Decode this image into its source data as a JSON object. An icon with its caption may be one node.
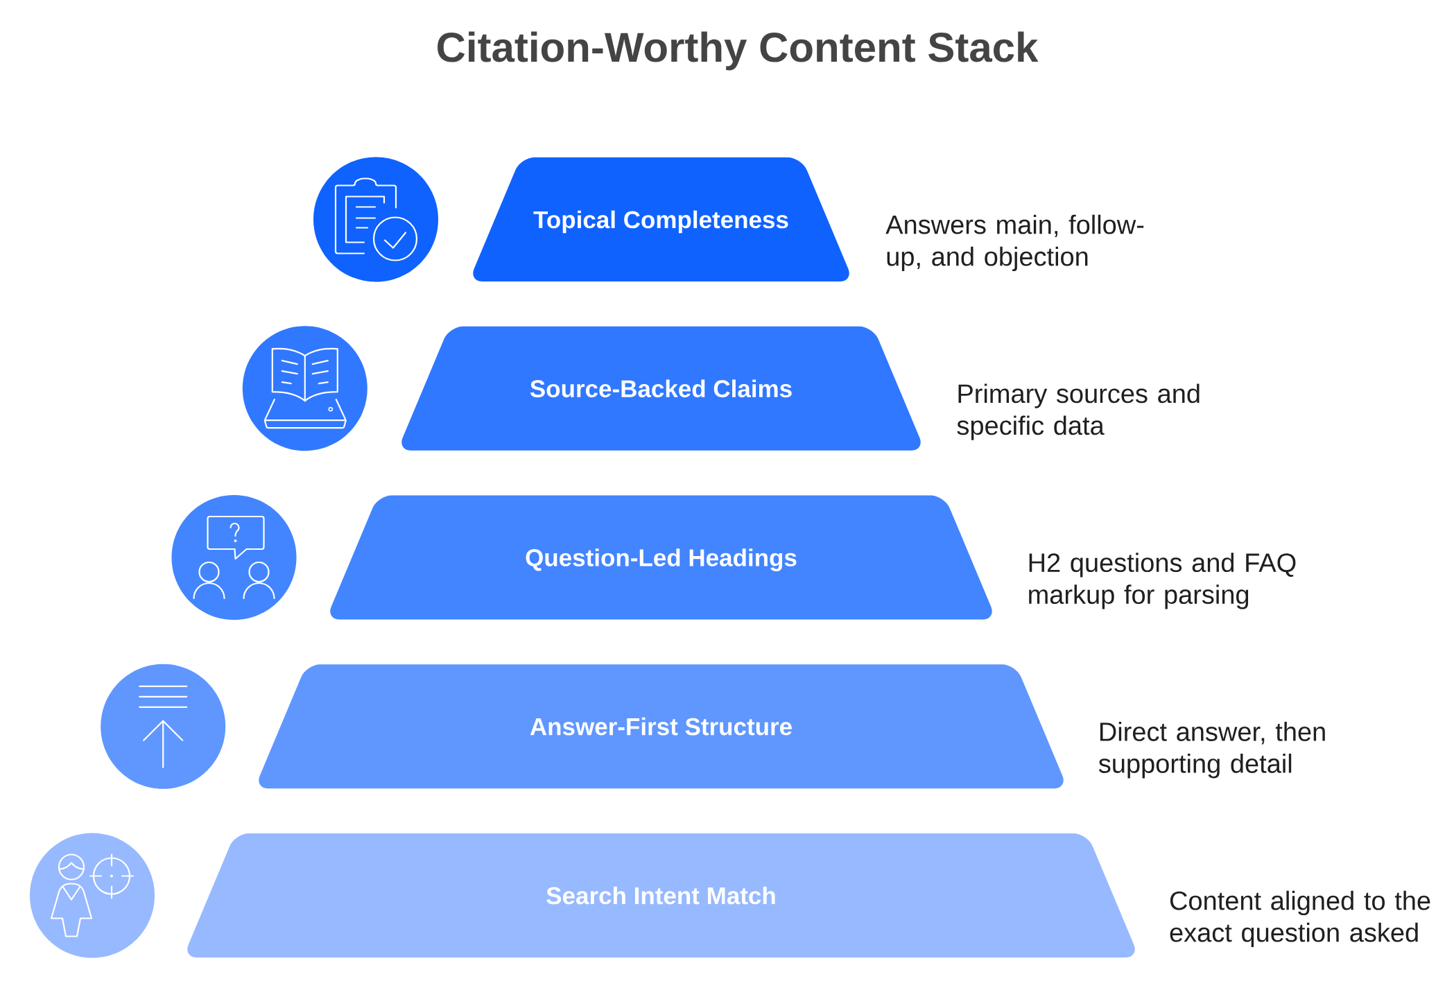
{
  "diagram": {
    "title": "Citation-Worthy Content Stack",
    "nodes": [
      {
        "text": [
          "Topical Completeness"
        ],
        "beside": [
          "Answers main, follow-up, and objection"
        ]
      },
      {
        "text": [
          "Source-Backed Claims"
        ],
        "beside": [
          "Primary sources and specific data"
        ]
      },
      {
        "text": [
          "Question-Led Headings"
        ],
        "beside": [
          "H2 questions and FAQ markup for parsing"
        ]
      },
      {
        "text": [
          "Answer-First Structure"
        ],
        "beside": [
          "Direct answer, then supporting detail"
        ]
      },
      {
        "text": [
          "Search Intent Match"
        ],
        "beside": [
          "Content aligned to the exact question asked"
        ]
      }
    ]
  }
}
